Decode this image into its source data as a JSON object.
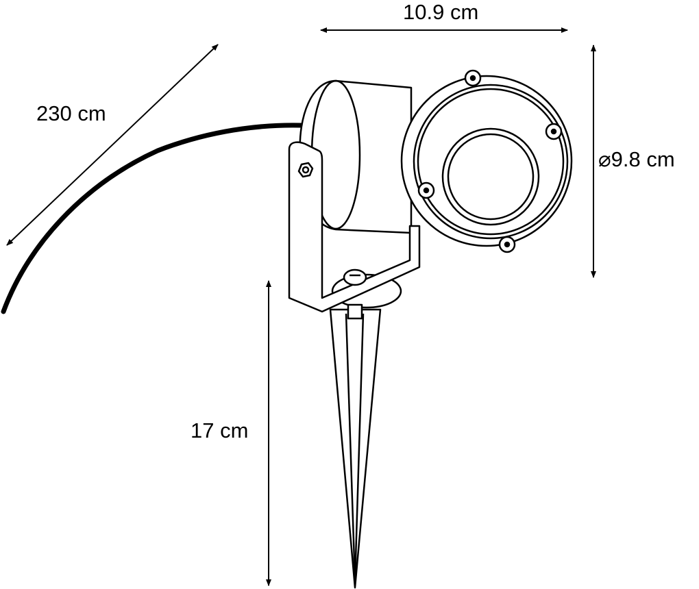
{
  "dimensions": {
    "width_label": "10.9 cm",
    "diameter_label": "⌀9.8 cm",
    "cable_label": "230 cm",
    "spike_label": "17 cm"
  },
  "colors": {
    "line": "#000000",
    "background": "#ffffff"
  }
}
